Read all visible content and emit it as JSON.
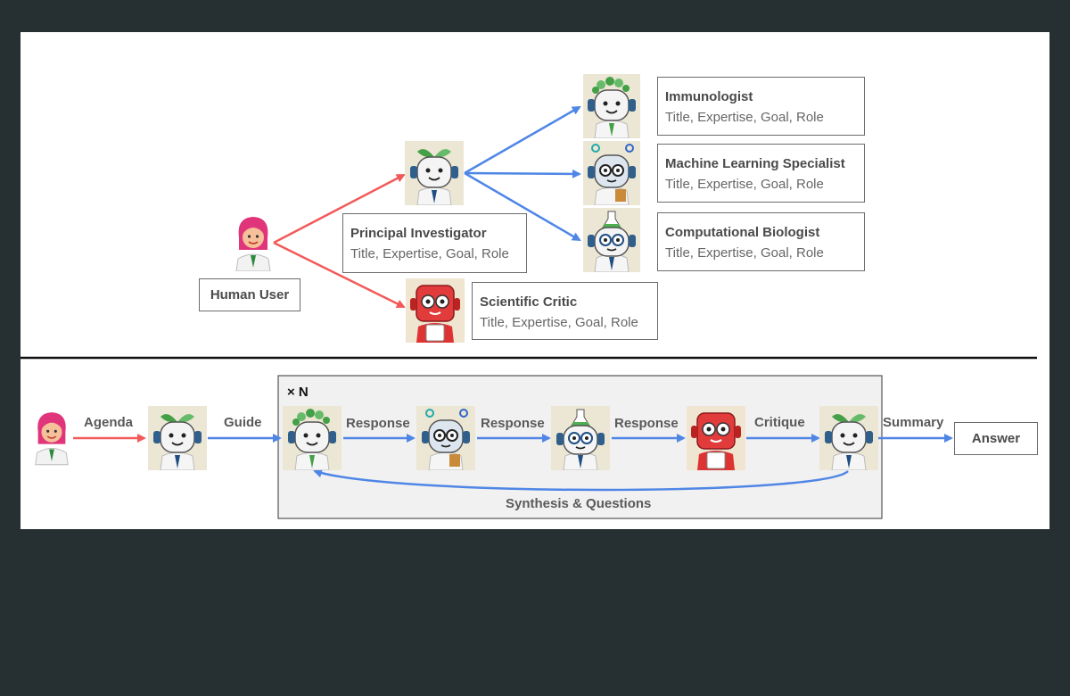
{
  "top": {
    "human_user": "Human User",
    "pi": {
      "title": "Principal Investigator",
      "sub": "Title, Expertise, Goal, Role"
    },
    "critic": {
      "title": "Scientific Critic",
      "sub": "Title, Expertise, Goal, Role"
    },
    "agents": [
      {
        "title": "Immunologist",
        "sub": "Title, Expertise, Goal, Role"
      },
      {
        "title": "Machine Learning Specialist",
        "sub": "Title, Expertise, Goal, Role"
      },
      {
        "title": "Computational Biologist",
        "sub": "Title, Expertise, Goal, Role"
      }
    ]
  },
  "bottom": {
    "loop_label": "× N",
    "edges": {
      "agenda": "Agenda",
      "guide": "Guide",
      "response1": "Response",
      "response2": "Response",
      "response3": "Response",
      "critique": "Critique",
      "summary": "Summary",
      "feedback": "Synthesis & Questions"
    },
    "answer": "Answer"
  },
  "colors": {
    "red_arrow": "#f25a5a",
    "blue_arrow": "#4f86e6",
    "loop_bg": "#f1f1f1"
  }
}
